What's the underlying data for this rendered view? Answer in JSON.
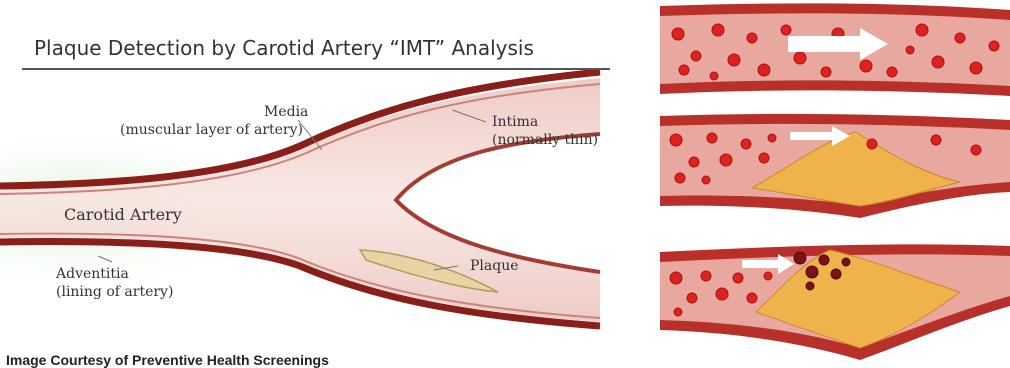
{
  "diagram": {
    "title": "Plaque Detection by Carotid Artery “IMT” Analysis",
    "labels": {
      "media": "Media",
      "media_sub": "(muscular layer of artery)",
      "intima": "Intima",
      "intima_sub": "(normally thin)",
      "carotid": "Carotid Artery",
      "adventitia": "Adventitia",
      "adventitia_sub": "(lining of artery)",
      "plaque": "Plaque"
    },
    "caption": "Image Courtesy of Preventive Health Screenings"
  },
  "colors": {
    "artery_wall": "#8a1f1a",
    "artery_lumen": "#f3dcd6",
    "plaque": "#e8d3a2",
    "blood_cell": "#e0221e",
    "vessel_outer": "#b9302a",
    "plaque_core": "#f0b24a",
    "flow_arrow": "#ffffff"
  }
}
